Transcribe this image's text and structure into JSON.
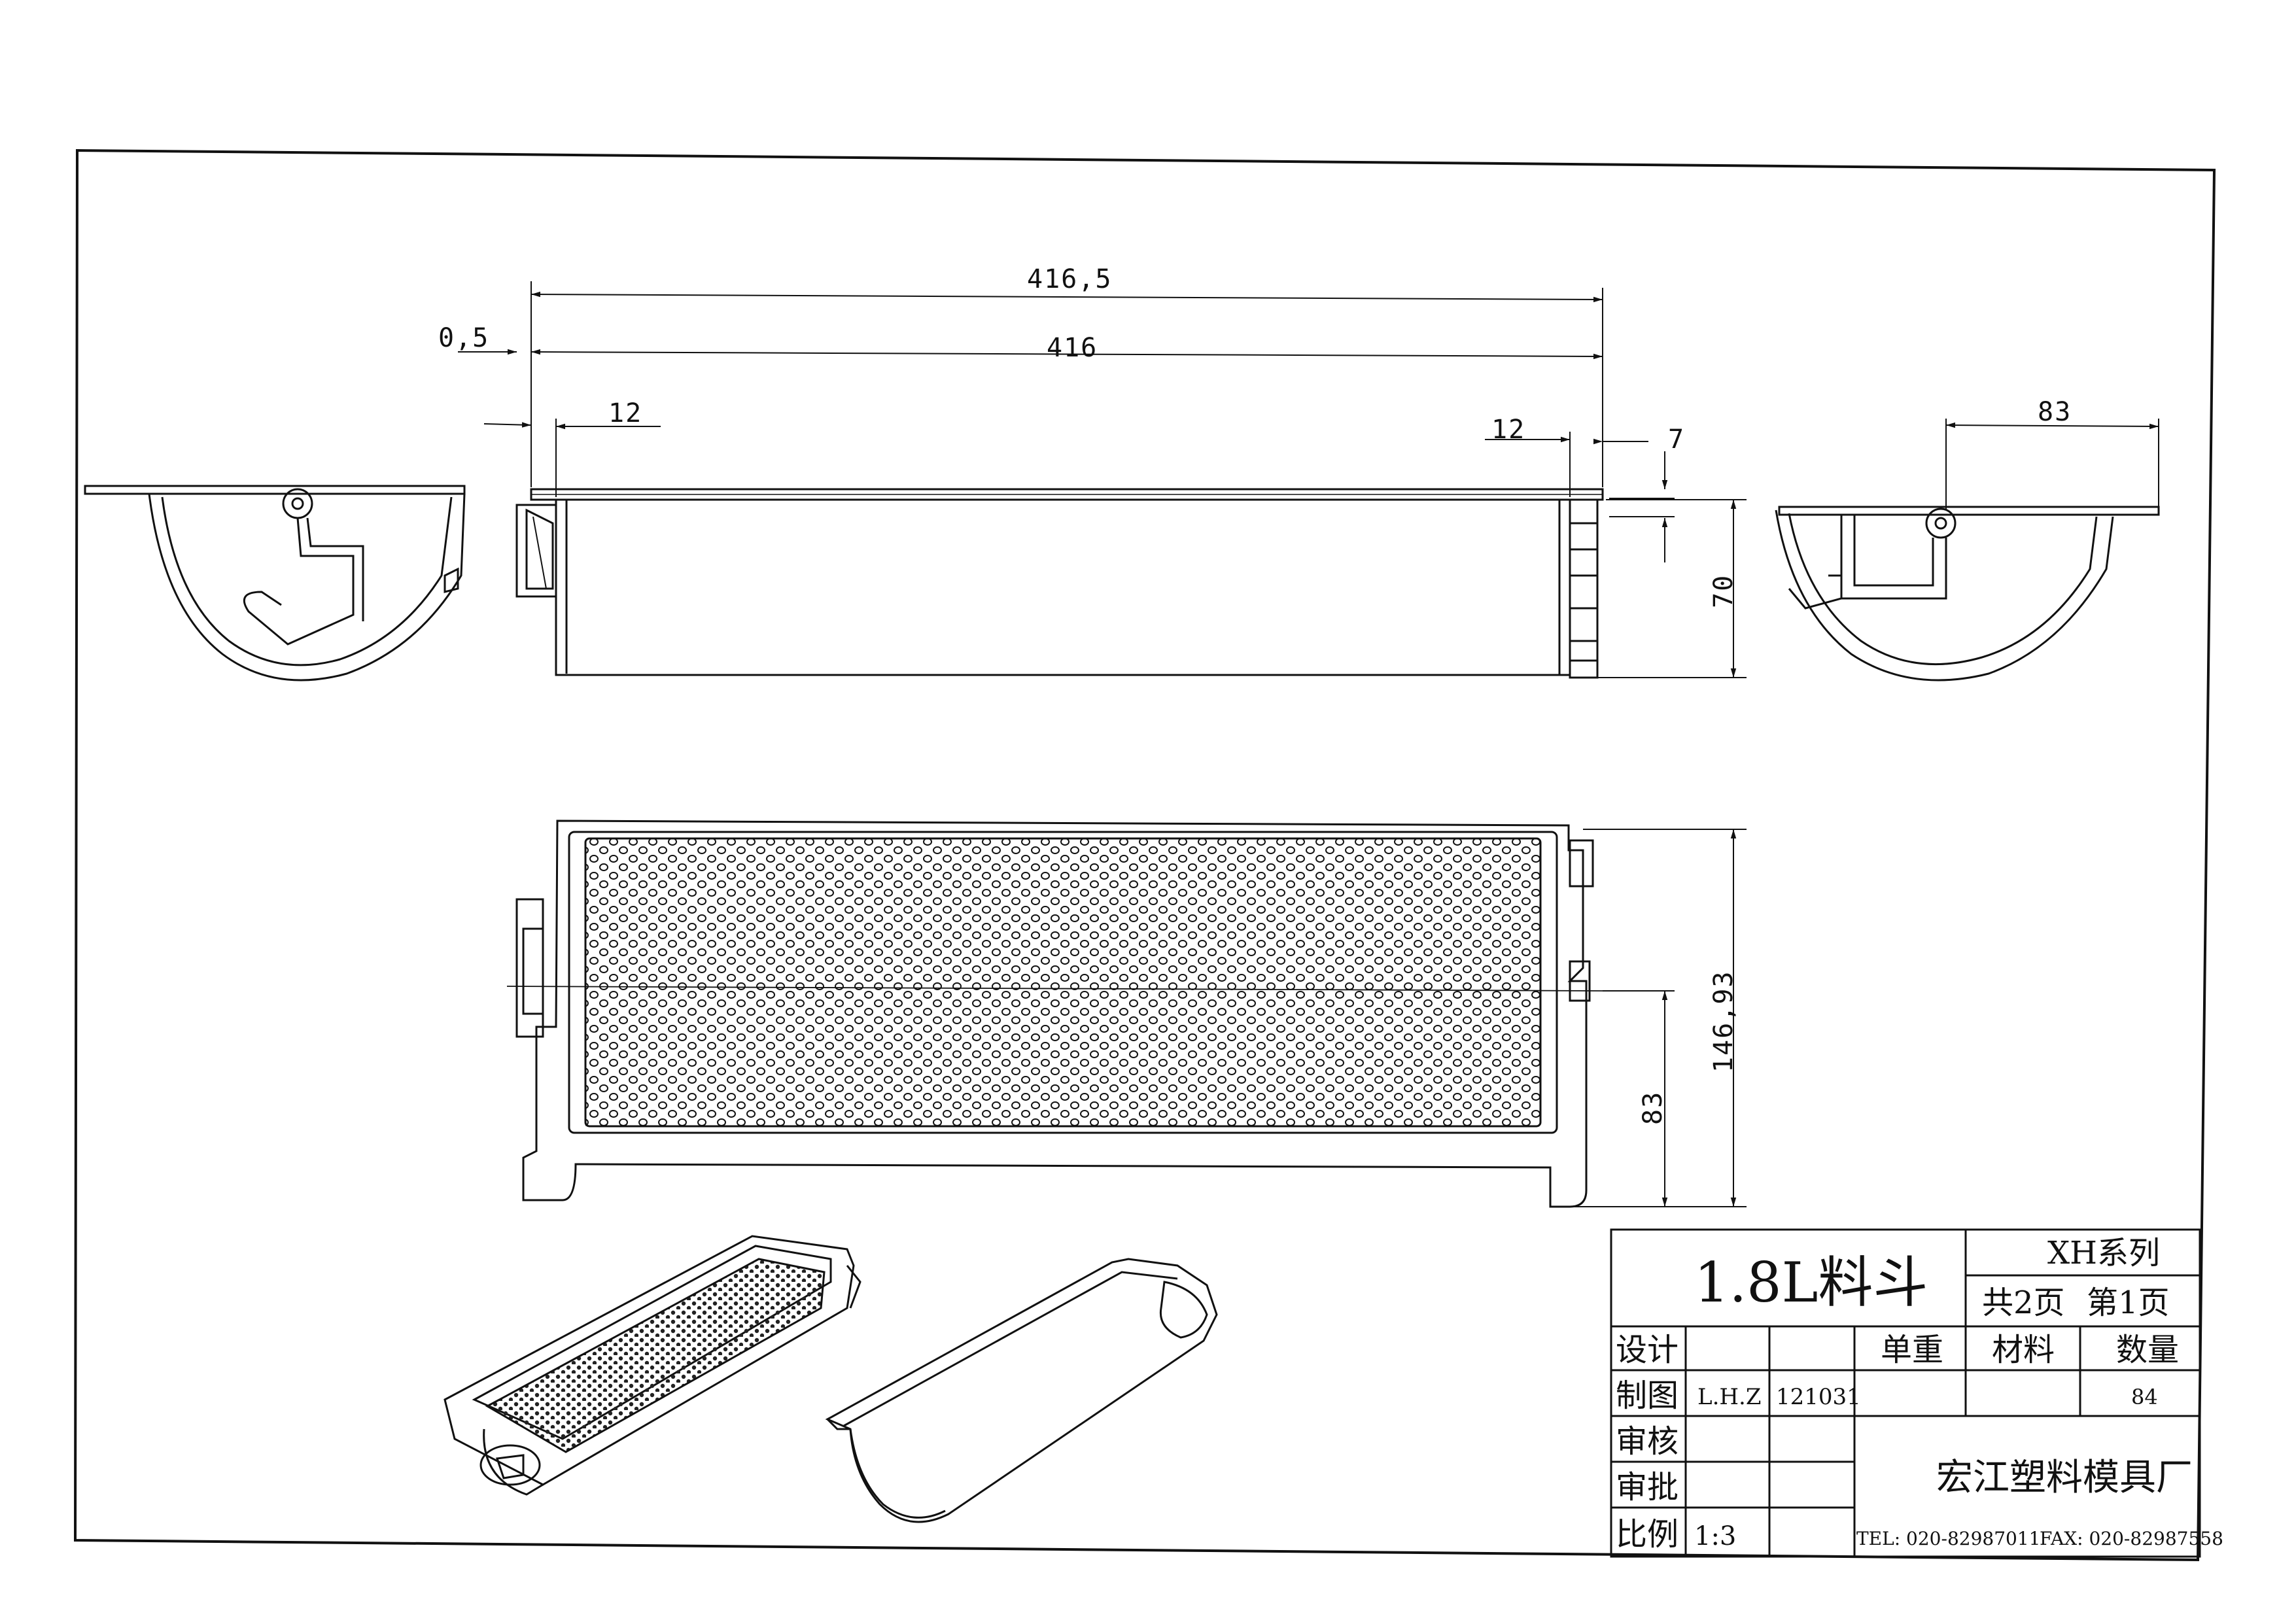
{
  "drawing": {
    "title": "1.8L料斗",
    "series": "XH系列",
    "page_total": "共2页",
    "page_current": "第1页",
    "company": "宏江塑料模具厂",
    "tel": "TEL: 020-82987011",
    "fax": "FAX: 020-82987558"
  },
  "title_block": {
    "row_labels": [
      "设计",
      "制图",
      "审核",
      "审批",
      "比例"
    ],
    "header_weight": "单重",
    "header_material": "材料",
    "header_quantity": "数量",
    "drafter": "L.H.Z",
    "date": "121031",
    "quantity": "84",
    "scale": "1:3"
  },
  "dimensions": {
    "overall_length": "416,5",
    "body_length": "416",
    "left_offset": "0,5",
    "left_flange": "12",
    "right_flange": "12",
    "right_step": "7",
    "front_height": "70",
    "side_width": "83",
    "plan_height": "146,93",
    "plan_half": "83"
  }
}
